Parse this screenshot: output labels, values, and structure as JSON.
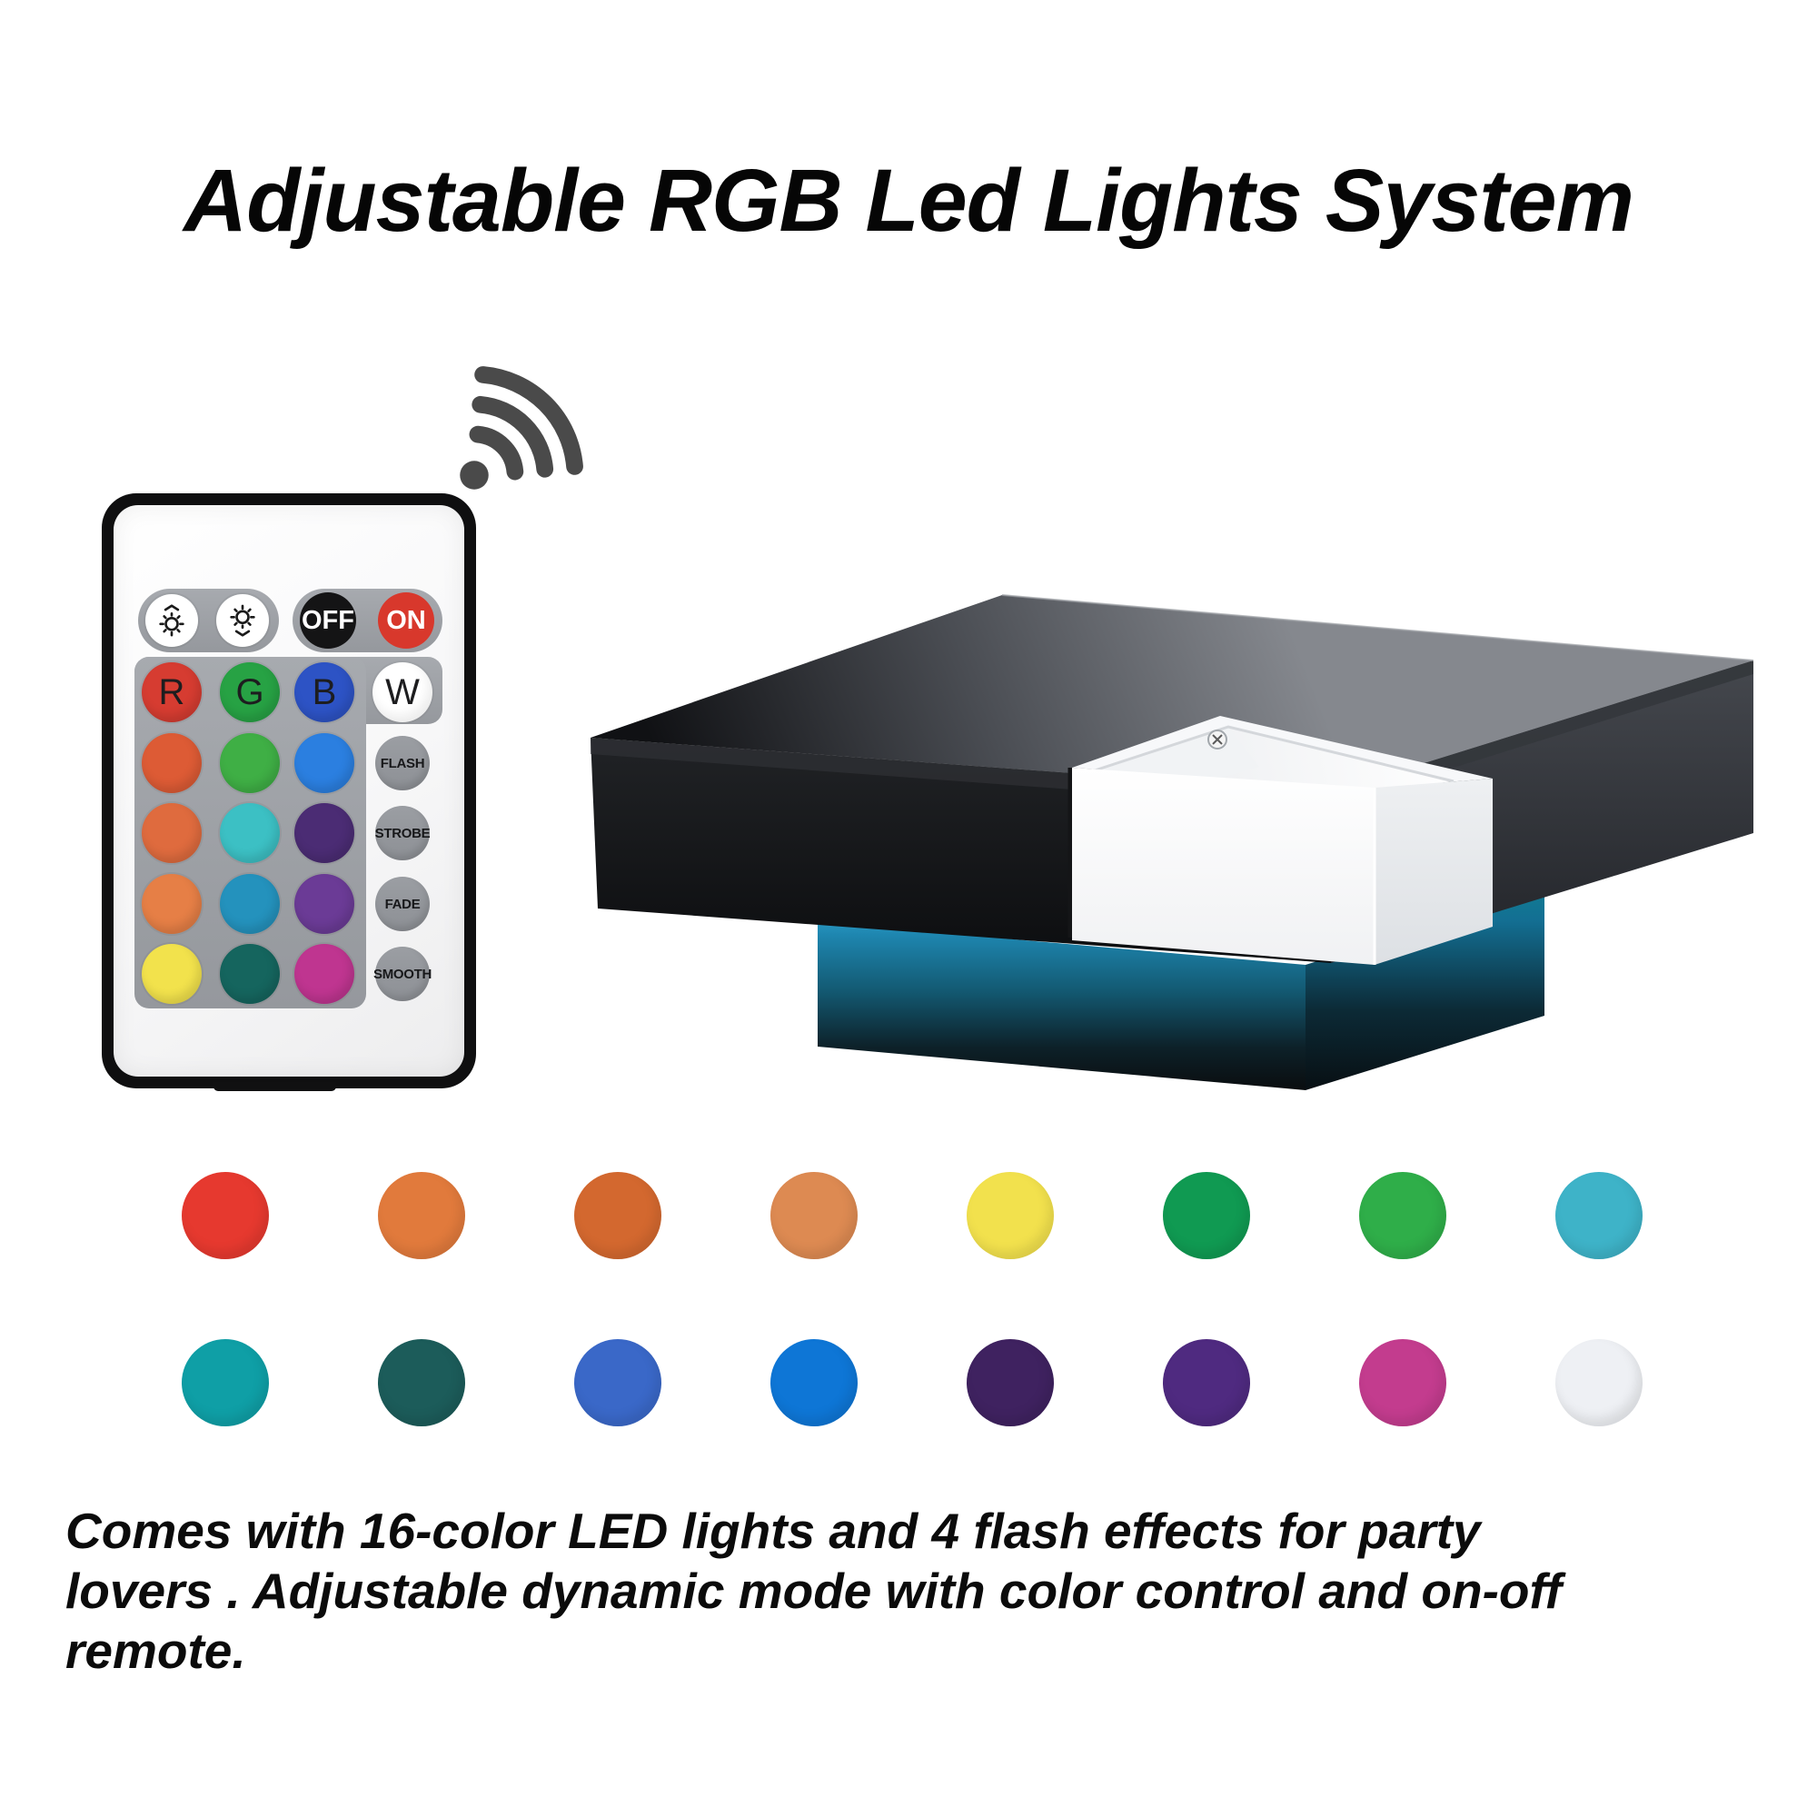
{
  "title": "Adjustable RGB Led Lights System",
  "description": {
    "lines": [
      "Comes with 16-color LED lights and 4 flash effects for party",
      "lovers . Adjustable dynamic mode with color control and on-off",
      "remote."
    ]
  },
  "remote": {
    "power": {
      "off_label": "OFF",
      "on_label": "ON",
      "off_color": "#141415",
      "on_color": "#d8382c"
    },
    "icons": {
      "brightness_up": "brightness-up-icon",
      "brightness_down": "brightness-down-icon",
      "wireless": "wifi-icon"
    },
    "rgbw_row": [
      {
        "label": "R",
        "color": "#d63c31"
      },
      {
        "label": "G",
        "color": "#27a244"
      },
      {
        "label": "B",
        "color": "#2d53c5"
      },
      {
        "label": "W",
        "color": "#ffffff"
      }
    ],
    "grid_rows": [
      {
        "colors": [
          "#dd5b35",
          "#3faf45",
          "#2b7fe0"
        ],
        "mode": "FLASH"
      },
      {
        "colors": [
          "#df6b3e",
          "#3cc0c4",
          "#4b2c74"
        ],
        "mode": "STROBE"
      },
      {
        "colors": [
          "#e67f46",
          "#2492bd",
          "#6b3b96"
        ],
        "mode": "FADE"
      },
      {
        "colors": [
          "#f2e24c",
          "#15655e",
          "#bf3590"
        ],
        "mode": "SMOOTH"
      }
    ]
  },
  "led_palette": {
    "row1": [
      "#e6392f",
      "#e17a3c",
      "#d3682f",
      "#dd8a52",
      "#f2e14d",
      "#109a52",
      "#2fae49",
      "#3eb3c8"
    ],
    "row2": [
      "#0f9fa6",
      "#1c5c5a",
      "#3a68c8",
      "#0e76d6",
      "#3f2260",
      "#4f2a80",
      "#c33c8e",
      "#eef0f4"
    ]
  },
  "table": {
    "led_glow_color": "#1e86b0",
    "top_color": "#6f7278",
    "body_color": "#17181a",
    "inset_box_color": "#ffffff"
  }
}
